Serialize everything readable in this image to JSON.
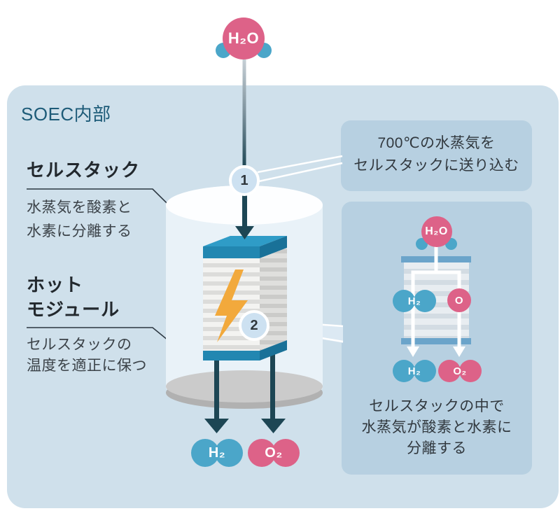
{
  "title": "SOEC内部",
  "annotations": {
    "cell_stack": {
      "heading": "セルスタック",
      "desc1": "水蒸気を酸素と",
      "desc2": "水素に分離する"
    },
    "hot_module": {
      "heading1": "ホット",
      "heading2": "モジュール",
      "desc1": "セルスタックの",
      "desc2": "温度を適正に保つ"
    }
  },
  "steps": {
    "step1": {
      "number": "1",
      "callout1": "700℃の水蒸気を",
      "callout2": "セルスタックに送り込む"
    },
    "step2": {
      "number": "2",
      "caption1": "セルスタックの中で",
      "caption2": "水蒸気が酸素と水素に",
      "caption3": "分離する"
    }
  },
  "molecules": {
    "h2o": "H₂O",
    "h2": "H₂",
    "o2": "O₂",
    "o": "O"
  },
  "colors": {
    "background": "#ffffff",
    "panel_blue": "#cfe0eb",
    "card_blue": "#b7d0e1",
    "teal_dark": "#1d4654",
    "title_teal": "#1d5b78",
    "stack_top_blue": "#2f9cc7",
    "stack_band_blue": "#2287b1",
    "bolt_yellow": "#f2a93c",
    "molecule_blue": "#4ba6c9",
    "molecule_pink": "#dd6288",
    "glass": "#e9f2f8",
    "base_gray": "#b1b1b1"
  }
}
